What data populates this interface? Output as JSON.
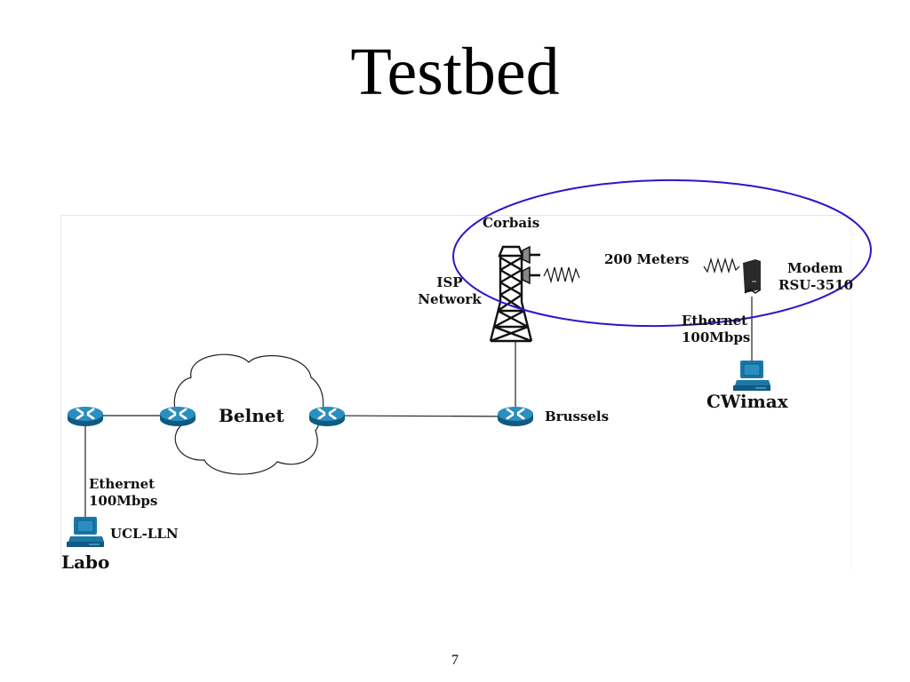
{
  "slide": {
    "title": "Testbed",
    "page_number": "7"
  },
  "diagram": {
    "nodes": {
      "labo_router": {
        "type": "router"
      },
      "belnet_router_left": {
        "type": "router"
      },
      "belnet_cloud": {
        "type": "cloud",
        "label": "Belnet"
      },
      "belnet_router_right": {
        "type": "router"
      },
      "brussels_router": {
        "type": "router",
        "label": "Brussels"
      },
      "tower": {
        "type": "cell-tower",
        "label_top": "Corbais",
        "label_side_1": "ISP",
        "label_side_2": "Network"
      },
      "modem": {
        "type": "wimax-modem",
        "label_1": "Modem",
        "label_2": "RSU-3510"
      },
      "cwimax_pc": {
        "type": "workstation",
        "label": "CWimax"
      },
      "labo_pc": {
        "type": "workstation",
        "label_1": "UCL-LLN",
        "label_2": "Labo"
      }
    },
    "links": {
      "labo_link": {
        "label_1": "Ethernet",
        "label_2": "100Mbps"
      },
      "cwimax_link": {
        "label_1": "Ethernet",
        "label_2": "100Mbps"
      },
      "wireless_link": {
        "label": "200 Meters"
      }
    },
    "colors": {
      "coverage_ellipse": "#2a17c9",
      "device_blue": "#1a78a8",
      "device_dark": "#0e5a82",
      "line": "#222222"
    }
  }
}
